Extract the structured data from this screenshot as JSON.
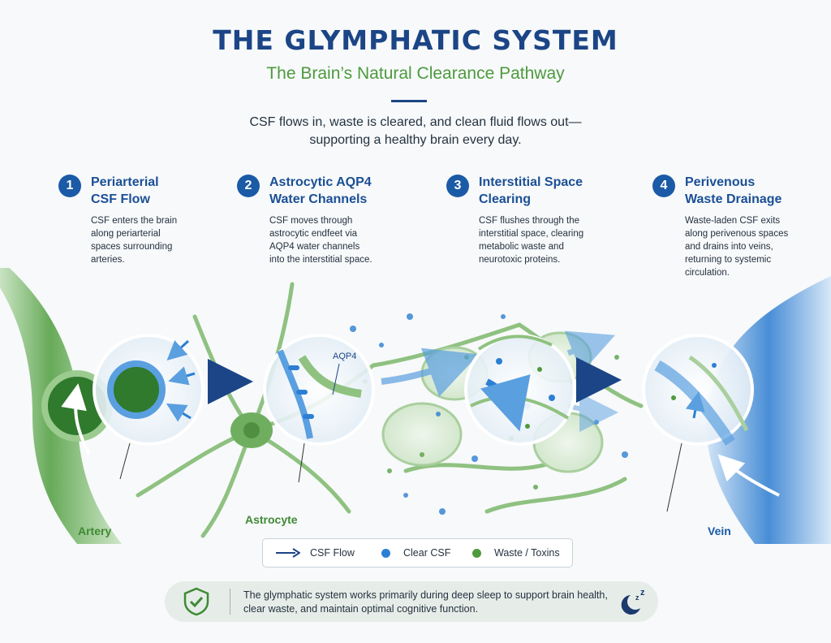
{
  "header": {
    "title": "THE GLYMPHATIC SYSTEM",
    "subtitle": "The Brain’s Natural Clearance Pathway",
    "intro_line1": "CSF flows in, waste is cleared, and clean fluid flows out—",
    "intro_line2": "supporting a healthy brain every day."
  },
  "steps": [
    {
      "number": "1",
      "title_line1": "Periarterial",
      "title_line2": "CSF Flow",
      "desc": [
        "CSF enters the brain",
        "along periarterial",
        "spaces surrounding",
        "arteries."
      ]
    },
    {
      "number": "2",
      "title_line1": "Astrocytic AQP4",
      "title_line2": "Water Channels",
      "desc": [
        "CSF moves through",
        "astrocytic endfeet via",
        "AQP4 water channels",
        "into the interstitial space."
      ]
    },
    {
      "number": "3",
      "title_line1": "Interstitial Space",
      "title_line2": "Clearing",
      "desc": [
        "CSF flushes through the",
        "interstitial space, clearing",
        "metabolic waste and",
        "neurotoxic proteins."
      ]
    },
    {
      "number": "4",
      "title_line1": "Perivenous",
      "title_line2": "Waste Drainage",
      "desc": [
        "Waste-laden CSF exits",
        "along perivenous spaces",
        "and drains into veins,",
        "returning to systemic",
        "circulation."
      ]
    }
  ],
  "illustration": {
    "artery_label": "Artery",
    "astrocyte_label": "Astrocyte",
    "vein_label": "Vein",
    "aqp4_label": "AQP4"
  },
  "legend": {
    "csf_flow": "CSF Flow",
    "clear_csf": "Clear CSF",
    "waste": "Waste / Toxins"
  },
  "footer": {
    "line1": "The glymphatic system works primarily during deep sleep to support brain health,",
    "line2": "clear waste, and maintain optimal cognitive function.",
    "shield_icon": "shield-check-icon",
    "sleep_icon": "moon-sleep-icon"
  },
  "colors": {
    "title_blue": "#1b4586",
    "accent_green": "#4d9a3e",
    "clear_csf_blue": "#2c7fd3",
    "waste_green": "#4f9a3e",
    "flow_arrow_navy": "#1b4586"
  }
}
